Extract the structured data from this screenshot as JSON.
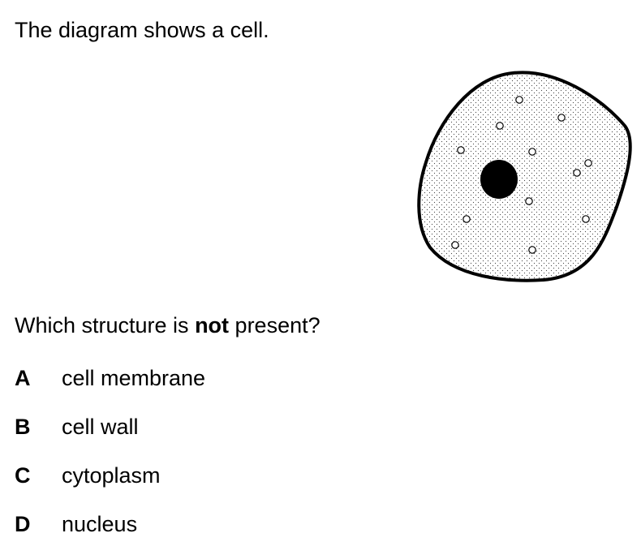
{
  "intro": "The diagram shows a cell.",
  "question": {
    "before": "Which structure is ",
    "emphasis": "not",
    "after": " present?"
  },
  "options": [
    {
      "letter": "A",
      "text": "cell membrane"
    },
    {
      "letter": "B",
      "text": "cell wall"
    },
    {
      "letter": "C",
      "text": "cytoplasm"
    },
    {
      "letter": "D",
      "text": "nucleus"
    }
  ]
}
